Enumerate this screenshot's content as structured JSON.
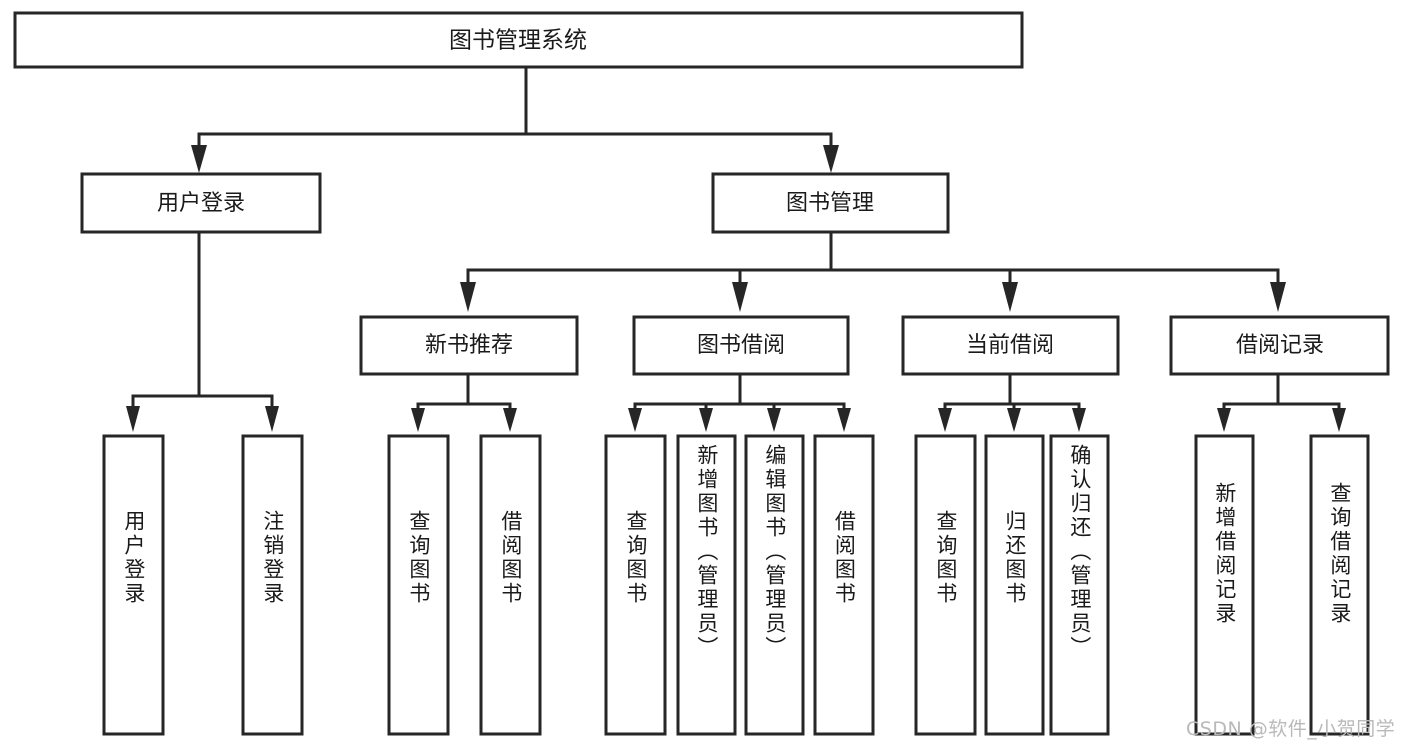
{
  "diagram": {
    "title": "图书管理系统",
    "type": "hierarchy-tree",
    "orientation": "top-down",
    "root": {
      "label": "图书管理系统",
      "level": 0
    },
    "level1": [
      {
        "label": "用户登录"
      },
      {
        "label": "图书管理"
      }
    ],
    "level2": [
      {
        "label": "新书推荐",
        "parent": "图书管理"
      },
      {
        "label": "图书借阅",
        "parent": "图书管理"
      },
      {
        "label": "当前借阅",
        "parent": "图书管理"
      },
      {
        "label": "借阅记录",
        "parent": "图书管理"
      }
    ],
    "leaves": [
      {
        "label": "用户登录",
        "parent": "用户登录",
        "group": "user-login"
      },
      {
        "label": "注销登录",
        "parent": "用户登录",
        "group": "user-login"
      },
      {
        "label": "查询图书",
        "parent": "新书推荐",
        "group": "new-book-recommend"
      },
      {
        "label": "借阅图书",
        "parent": "新书推荐",
        "group": "new-book-recommend"
      },
      {
        "label": "查询图书",
        "parent": "图书借阅",
        "group": "book-borrow"
      },
      {
        "label": "新增图书（管理员）",
        "parent": "图书借阅",
        "group": "book-borrow"
      },
      {
        "label": "编辑图书（管理员）",
        "parent": "图书借阅",
        "group": "book-borrow"
      },
      {
        "label": "借阅图书",
        "parent": "图书借阅",
        "group": "book-borrow"
      },
      {
        "label": "查询图书",
        "parent": "当前借阅",
        "group": "current-borrow"
      },
      {
        "label": "归还图书",
        "parent": "当前借阅",
        "group": "current-borrow"
      },
      {
        "label": "确认归还（管理员）",
        "parent": "当前借阅",
        "group": "current-borrow"
      },
      {
        "label": "新增借阅记录",
        "parent": "借阅记录",
        "group": "borrow-record"
      },
      {
        "label": "查询借阅记录",
        "parent": "借阅记录",
        "group": "borrow-record"
      }
    ]
  },
  "watermark": {
    "text": "CSDN @软件_小贺同学"
  },
  "colors": {
    "stroke": "#262626",
    "fill": "#ffffff",
    "text": "#1a1a1a",
    "watermark": "#b9b9b9",
    "background": "#ffffff"
  }
}
